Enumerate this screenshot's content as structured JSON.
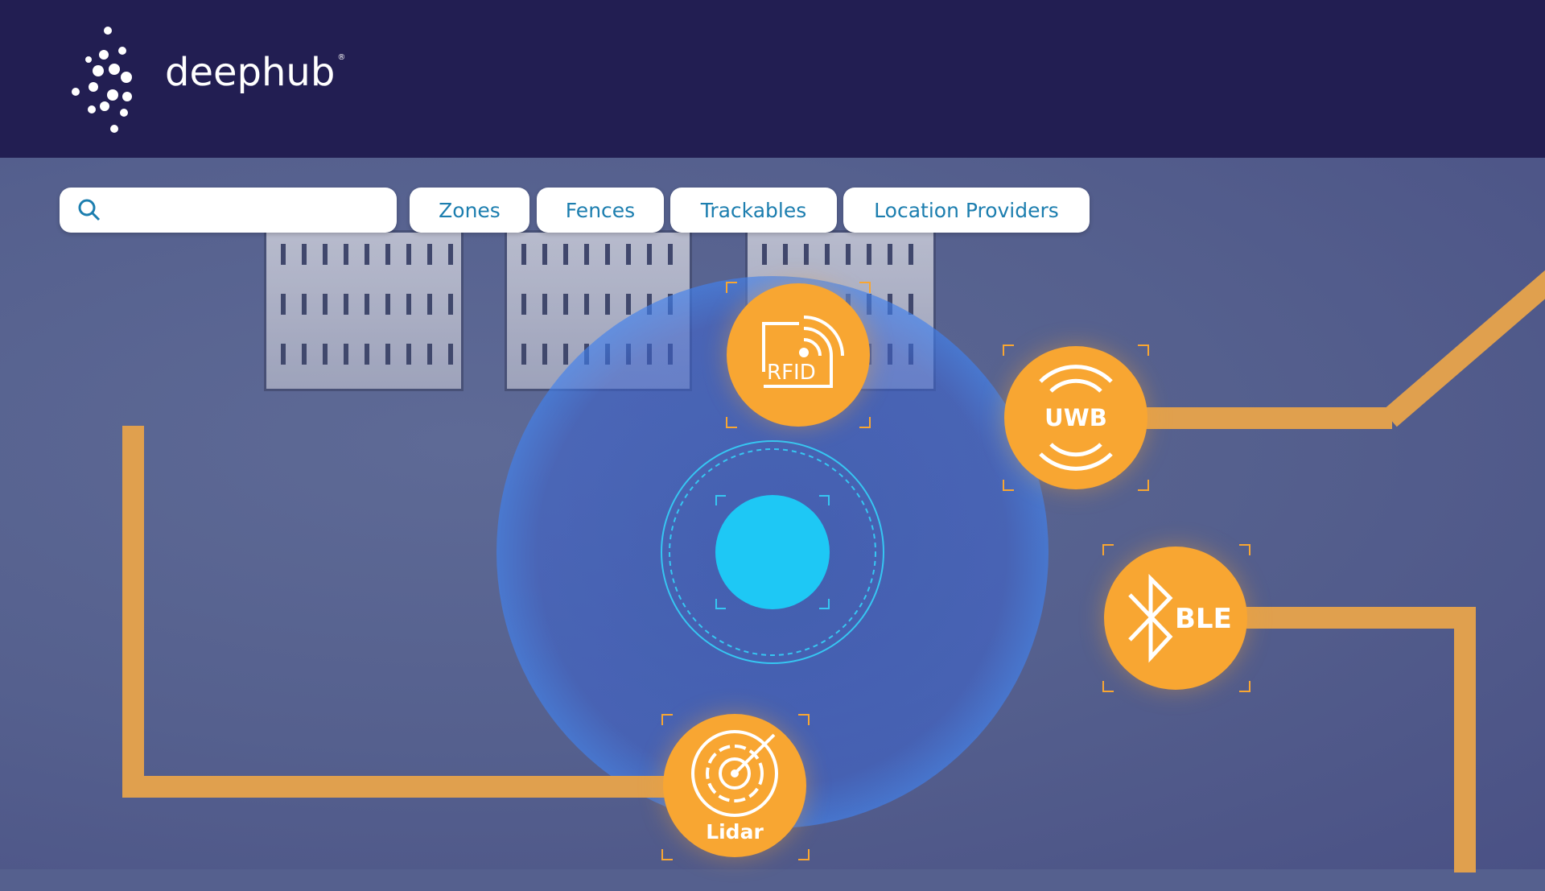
{
  "header": {
    "logo_text": "deephub",
    "logo_reg": "®"
  },
  "toolbar": {
    "search_placeholder": "",
    "search_icon": "search-icon",
    "tabs": [
      {
        "label": "Zones"
      },
      {
        "label": "Fences"
      },
      {
        "label": "Trackables"
      },
      {
        "label": "Location Providers"
      }
    ]
  },
  "technologies": [
    {
      "label": "RFID",
      "icon": "rfid-icon"
    },
    {
      "label": "UWB",
      "icon": "uwb-icon"
    },
    {
      "label": "BLE",
      "icon": "bluetooth-icon"
    },
    {
      "label": "Lidar",
      "icon": "radar-icon"
    }
  ],
  "colors": {
    "header": "#221e52",
    "accent": "#f8a632",
    "tab_text": "#1c7eaf",
    "tracked_dot": "#1ec8f5"
  }
}
